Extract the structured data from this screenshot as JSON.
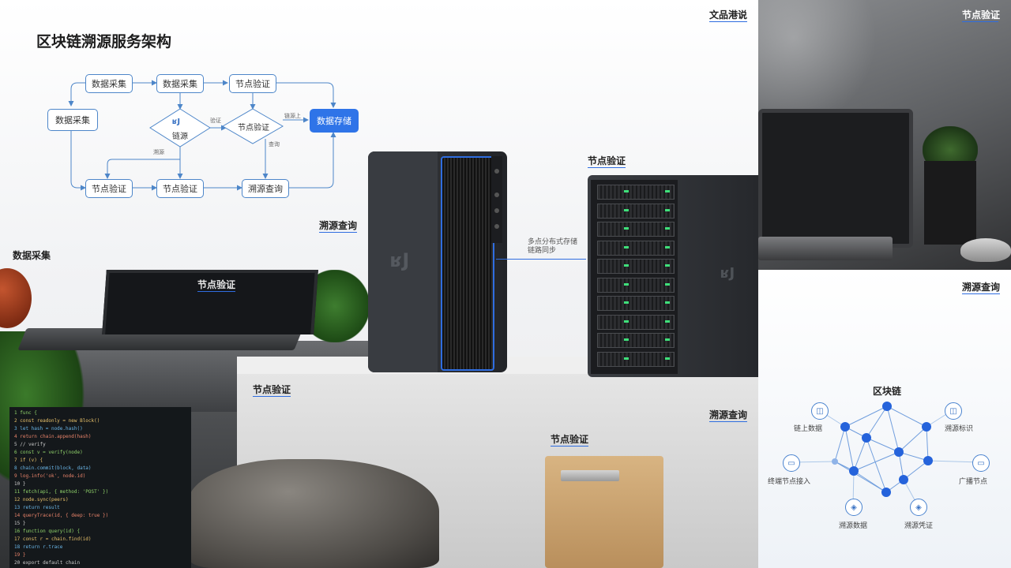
{
  "title": "区块链溯源服务架构",
  "flow": {
    "nodes": [
      {
        "id": "n1",
        "label": "数据采集"
      },
      {
        "id": "n2",
        "label": "数据采集"
      },
      {
        "id": "n3",
        "label": "节点验证"
      },
      {
        "id": "n4",
        "label": "数据采集"
      },
      {
        "id": "n5",
        "label": "数据存储"
      },
      {
        "id": "n6",
        "label": "链源"
      },
      {
        "id": "n7",
        "label": "节点验证"
      },
      {
        "id": "n8",
        "label": "节点验证"
      },
      {
        "id": "n9",
        "label": "节点验证"
      },
      {
        "id": "n10",
        "label": "溯源查询"
      }
    ],
    "edge_labels": [
      "验证",
      "溯源",
      "链源上",
      "查询"
    ]
  },
  "labels": {
    "top_center": "文品港说",
    "top_right": "节点验证",
    "trace_query_a": "溯源查询",
    "data_collect": "数据采集",
    "node_verify_laptop": "节点验证",
    "node_verify_rack": "节点验证",
    "node_verify_plinth": "节点验证",
    "trace_query_b": "溯源查询",
    "node_verify_board": "节点验证",
    "trace_query_right": "溯源查询"
  },
  "connector_text": "多点分布式存储\n链路同步",
  "network": {
    "title": "区块链",
    "labels": [
      "链上数据",
      "溯源标识",
      "终端节点接入",
      "广播节点",
      "溯源数据",
      "溯源凭证"
    ]
  },
  "code_lines": [
    "1  func {",
    "2    const readonly = new Block()",
    "3    let hash = node.hash()",
    "4    return chain.append(hash)",
    "5    // verify",
    "6    const v = verify(node)",
    "7    if (v) {",
    "8      chain.commit(block, data)",
    "9      log.info('ok', node.id)",
    "10   }",
    "11   fetch(api, { method: 'POST' })",
    "12   node.sync(peers)",
    "13   return result",
    "14   queryTrace(id, { deep: true })",
    "15 }",
    "16 function query(id) {",
    "17   const r = chain.find(id)",
    "18   return r.trace",
    "19 }",
    "20 export default chain"
  ],
  "colors": {
    "accent": "#2f74e8",
    "edge": "#4d86c9",
    "led": "#3fe07a"
  }
}
